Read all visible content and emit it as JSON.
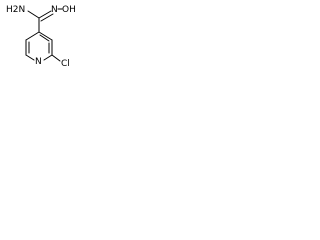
{
  "structure": {
    "labels": {
      "amine": "H2N",
      "imine_n": "N",
      "hydroxyl": "OH",
      "ring_n": "N",
      "chlorine": "Cl"
    }
  }
}
